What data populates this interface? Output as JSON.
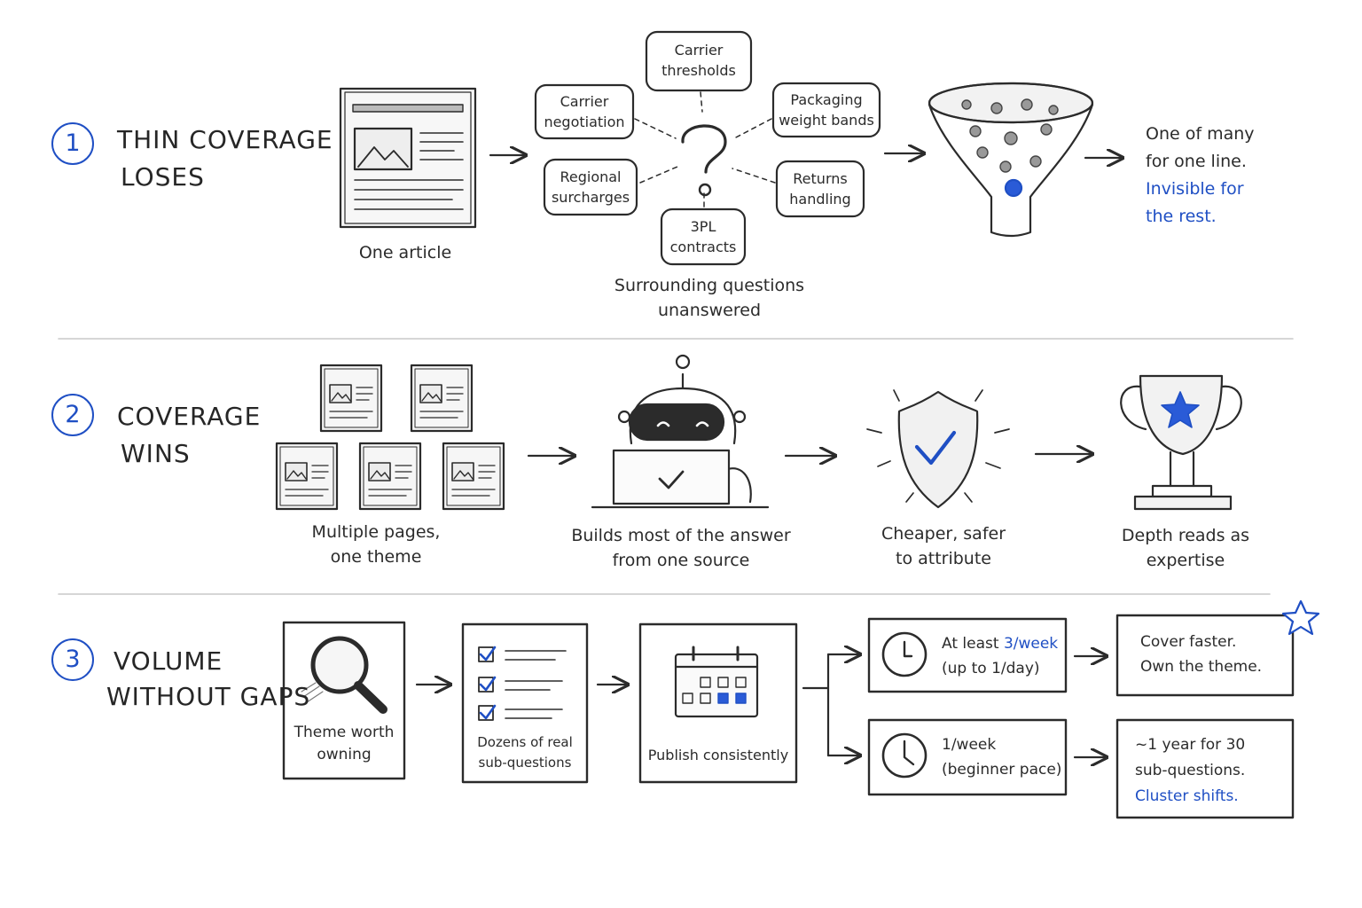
{
  "colors": {
    "ink": "#2b2b2b",
    "accent": "#1f4fc4",
    "divider": "#c8c8c8"
  },
  "sections": [
    {
      "number": "1",
      "title_lines": [
        "THIN COVERAGE",
        "LOSES"
      ],
      "article_caption": "One article",
      "questions": [
        {
          "line1": "Carrier",
          "line2": "thresholds"
        },
        {
          "line1": "Carrier",
          "line2": "negotiation"
        },
        {
          "line1": "Packaging",
          "line2": "weight bands"
        },
        {
          "line1": "Regional",
          "line2": "surcharges"
        },
        {
          "line1": "Returns",
          "line2": "handling"
        },
        {
          "line1": "3PL",
          "line2": "contracts"
        }
      ],
      "questions_caption": [
        "Surrounding questions",
        "unanswered"
      ],
      "result_lines": [
        "One of many",
        "for one line."
      ],
      "result_accent_lines": [
        "Invisible for",
        "the rest."
      ],
      "icons": [
        "article-icon",
        "question-mark-icon",
        "funnel-icon",
        "arrow-right-icon"
      ]
    },
    {
      "number": "2",
      "title_lines": [
        "COVERAGE",
        "WINS"
      ],
      "steps": [
        {
          "caption": [
            "Multiple pages,",
            "one theme"
          ],
          "icon": "pages-stack-icon"
        },
        {
          "caption": [
            "Builds most of the answer",
            "from one source"
          ],
          "icon": "robot-laptop-icon"
        },
        {
          "caption": [
            "Cheaper, safer",
            "to attribute"
          ],
          "icon": "shield-check-icon"
        },
        {
          "caption": [
            "Depth reads as",
            "expertise"
          ],
          "icon": "trophy-icon"
        }
      ]
    },
    {
      "number": "3",
      "title_lines": [
        "VOLUME",
        "WITHOUT GAPS"
      ],
      "steps": [
        {
          "caption": [
            "Theme worth",
            "owning"
          ],
          "icon": "magnifier-icon"
        },
        {
          "caption": [
            "Dozens of real",
            "sub-questions"
          ],
          "icon": "checklist-icon"
        },
        {
          "caption": [
            "Publish consistently"
          ],
          "icon": "calendar-icon"
        }
      ],
      "paces": [
        {
          "prefix": "At least ",
          "accent": "3/week",
          "line2": "(up to 1/day)",
          "icon": "clock-icon"
        },
        {
          "prefix": "1/week",
          "accent": "",
          "line2": "(beginner pace)",
          "icon": "clock-icon"
        }
      ],
      "outcomes": [
        {
          "lines": [
            "Cover faster.",
            "Own the theme."
          ],
          "accent": "",
          "icon": "star-icon"
        },
        {
          "lines": [
            "~1 year for 30",
            "sub-questions."
          ],
          "accent": "Cluster shifts."
        }
      ]
    }
  ]
}
